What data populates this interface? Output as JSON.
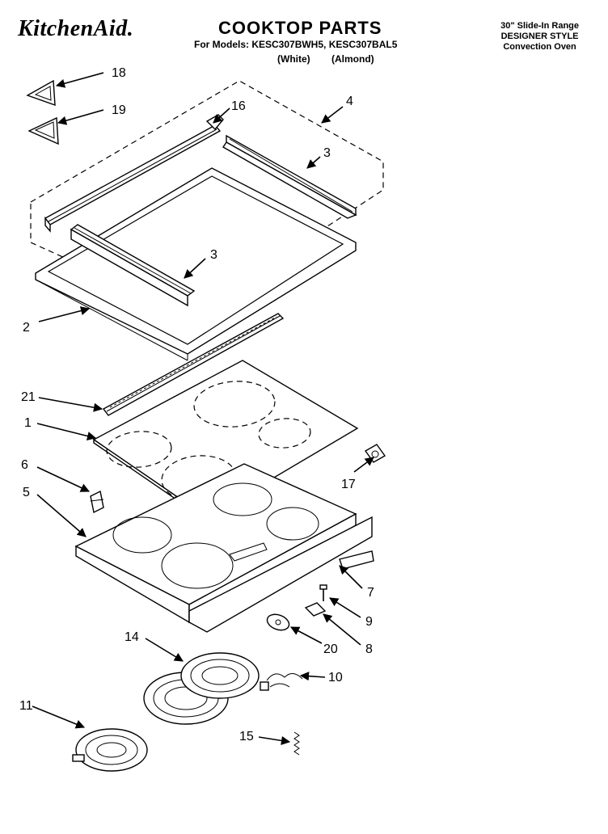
{
  "header": {
    "brand": "KitchenAid.",
    "title": "COOKTOP PARTS",
    "models_line": "For Models: KESC307BWH5, KESC307BAL5",
    "color_white": "(White)",
    "color_almond": "(Almond)",
    "range_type": "30\" Slide-In Range",
    "style": "DESIGNER STYLE",
    "oven_type": "Convection Oven"
  },
  "callouts": {
    "c18": "18",
    "c19": "19",
    "c16": "16",
    "c4": "4",
    "c3a": "3",
    "c3b": "3",
    "c2": "2",
    "c21": "21",
    "c1": "1",
    "c6": "6",
    "c5": "5",
    "c17": "17",
    "c7": "7",
    "c9": "9",
    "c20": "20",
    "c8": "8",
    "c14": "14",
    "c10": "10",
    "c11": "11",
    "c15": "15"
  }
}
